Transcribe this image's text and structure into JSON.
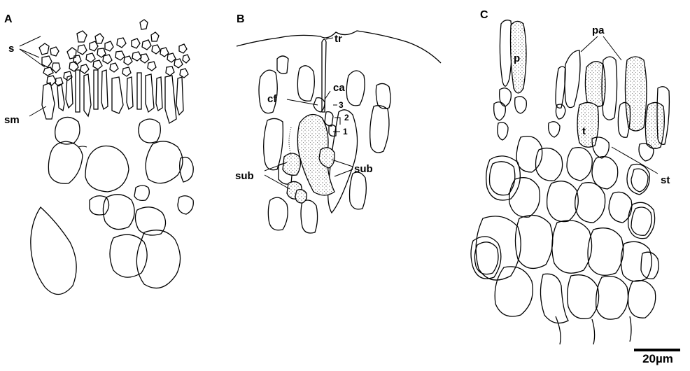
{
  "panels": {
    "a": {
      "letter": "A",
      "labels": {
        "s": "s",
        "sm": "sm"
      }
    },
    "b": {
      "letter": "B",
      "labels": {
        "tr": "tr",
        "ca": "ca",
        "cf": "cf",
        "n3": "3",
        "n2": "2",
        "n1": "1",
        "sub_left": "sub",
        "sub_right": "sub"
      }
    },
    "c": {
      "letter": "C",
      "labels": {
        "pa": "pa",
        "p": "p",
        "t": "t",
        "st": "st"
      }
    }
  },
  "scale_bar": {
    "label": "20µm"
  }
}
